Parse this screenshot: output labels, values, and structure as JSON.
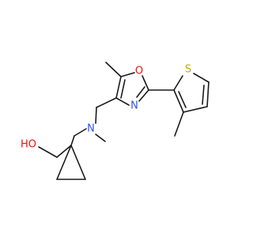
{
  "molecule": {
    "atoms": {
      "hydroxyl": "HO",
      "amine_n": "N",
      "oxazole_o": "O",
      "oxazole_n": "N",
      "thiophene_s": "S"
    },
    "colors": {
      "bond": "#1a1a1a",
      "oxygen": "#ff0d0d",
      "nitrogen": "#3050f8",
      "sulfur": "#c8a800",
      "carbon": "#1a1a1a"
    }
  }
}
